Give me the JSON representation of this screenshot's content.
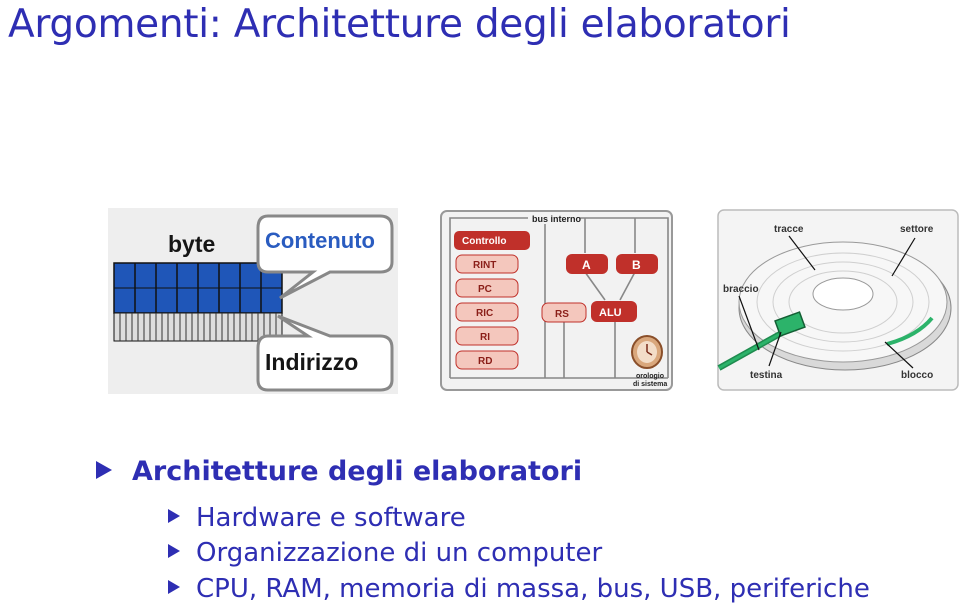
{
  "slide": {
    "title": "Argomenti: Architetture degli elaboratori"
  },
  "figure_memory": {
    "byte_label": "byte",
    "content_label": "Contenuto",
    "address_label": "Indirizzo"
  },
  "figure_cpu": {
    "bus_label": "bus interno",
    "control_label": "Controllo",
    "registers": [
      "RINT",
      "PC",
      "RIC",
      "RI",
      "RD"
    ],
    "reg_a": "A",
    "reg_b": "B",
    "reg_rs": "RS",
    "alu": "ALU",
    "clock_label_1": "orologio",
    "clock_label_2": "di sistema"
  },
  "figure_disk": {
    "tracks_label": "tracce",
    "sector_label": "settore",
    "arm_label": "braccio",
    "head_label": "testina",
    "block_label": "blocco"
  },
  "bullets": {
    "main": "Architetture degli elaboratori",
    "sub": [
      "Hardware e software",
      "Organizzazione di un computer",
      "CPU, RAM, memoria di massa, bus, USB, periferiche"
    ]
  },
  "colors": {
    "title_blue": "#2e2eb3",
    "register_red": "#c0302a",
    "register_pink": "#f4c7bd",
    "disk_green": "#2cb36a"
  }
}
